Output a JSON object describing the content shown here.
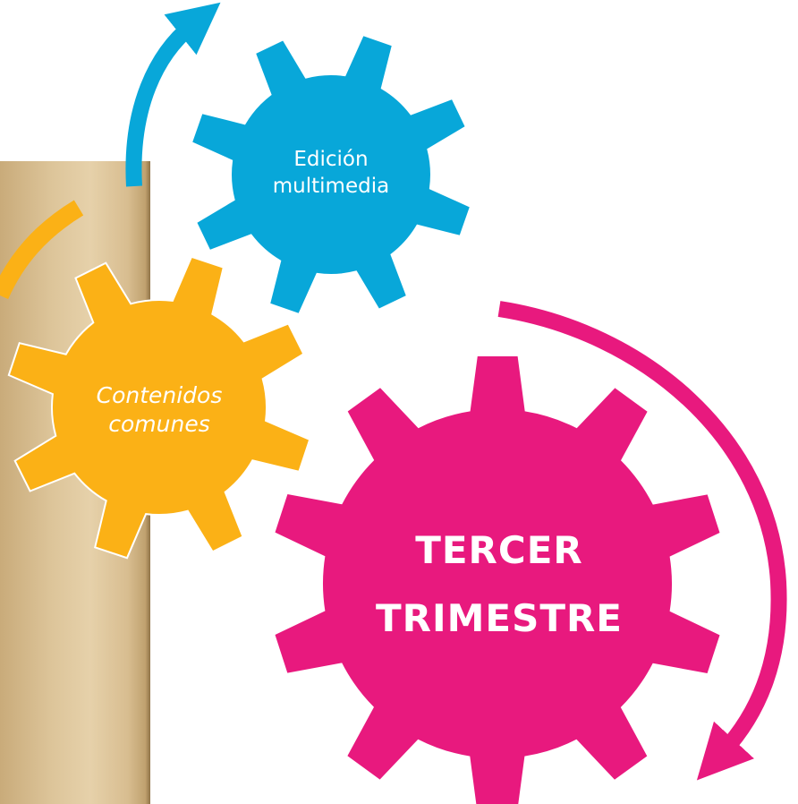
{
  "gears": [
    {
      "id": "edicion",
      "label": "Edición\nmultimedia",
      "color": "#08a7d9"
    },
    {
      "id": "contenidos",
      "label": "Contenidos\ncomunes",
      "color": "#fbb116"
    },
    {
      "id": "tercer",
      "label": "TERCER\nTRIMESTRE",
      "color": "#e8197e"
    }
  ],
  "arrows": [
    {
      "id": "blue-arrow",
      "color": "#08a7d9"
    },
    {
      "id": "yellow-arrow",
      "color": "#fbb116"
    },
    {
      "id": "pink-arrow",
      "color": "#e8197e"
    }
  ]
}
